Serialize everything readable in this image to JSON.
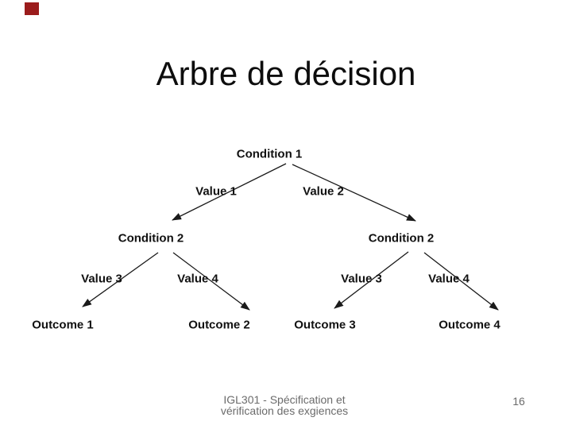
{
  "slide": {
    "title": "Arbre de décision",
    "page_number": "16",
    "footer": {
      "line1": "IGL301 - Spécification et",
      "line2": "vérification des exgiences"
    },
    "accent_color": "#9b1c1c"
  },
  "tree": {
    "labels": {
      "condition1": "Condition 1",
      "value1": "Value 1",
      "value2": "Value 2",
      "condition2_left": "Condition 2",
      "condition2_right": "Condition 2",
      "value3_left": "Value 3",
      "value4_left": "Value 4",
      "value3_right": "Value 3",
      "value4_right": "Value 4",
      "outcome1": "Outcome 1",
      "outcome2": "Outcome 2",
      "outcome3": "Outcome 3",
      "outcome4": "Outcome 4"
    },
    "structure": {
      "root": "Condition 1",
      "branches": [
        {
          "value": "Value 1",
          "node": "Condition 2",
          "branches": [
            {
              "value": "Value 3",
              "node": "Outcome 1"
            },
            {
              "value": "Value 4",
              "node": "Outcome 2"
            }
          ]
        },
        {
          "value": "Value 2",
          "node": "Condition 2",
          "branches": [
            {
              "value": "Value 3",
              "node": "Outcome 3"
            },
            {
              "value": "Value 4",
              "node": "Outcome 4"
            }
          ]
        }
      ]
    }
  }
}
